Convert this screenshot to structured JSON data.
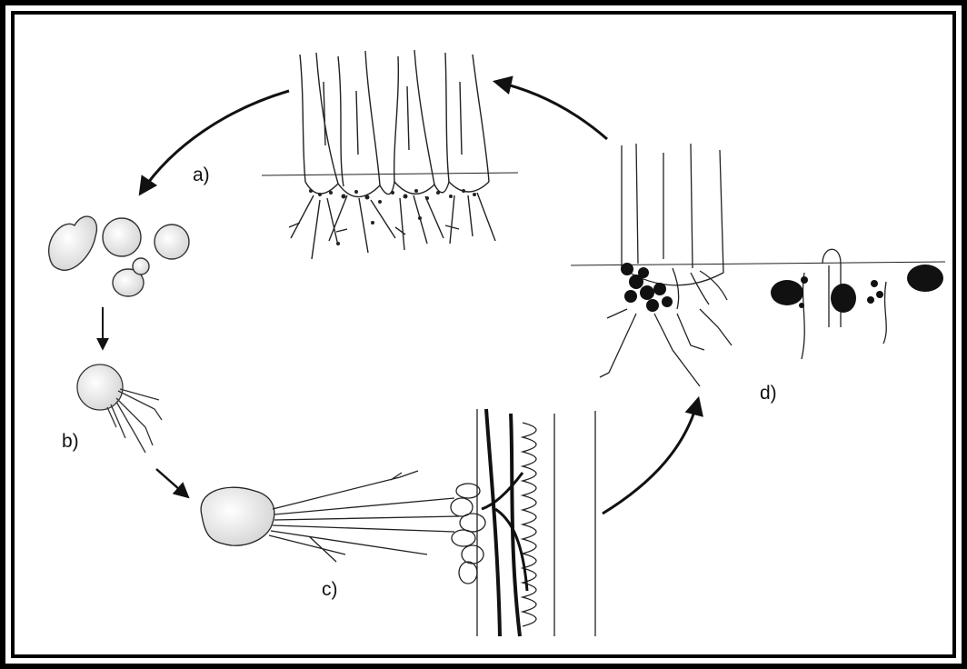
{
  "labels": {
    "a": "a)",
    "b": "b)",
    "c": "c)",
    "d": "d)"
  },
  "colors": {
    "frame": "#000000",
    "ink": "#1a1a1a",
    "background": "#ffffff"
  }
}
